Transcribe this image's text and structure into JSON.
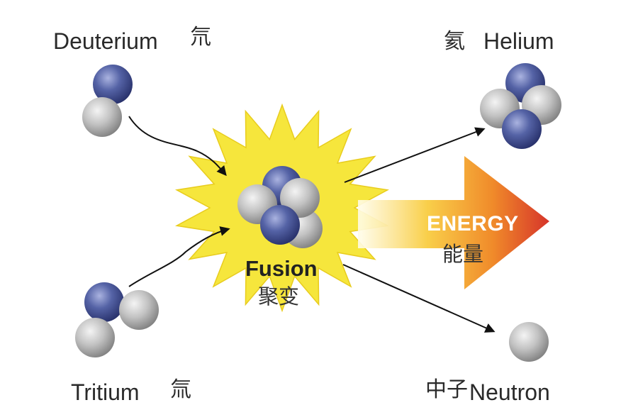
{
  "labels": {
    "deuterium": "Deuterium",
    "deuterium_zh": "氘",
    "helium_zh": "氦",
    "helium": "Helium",
    "fusion": "Fusion",
    "fusion_zh": "聚变",
    "energy": "ENERGY",
    "energy_zh": "能量",
    "tritium": "Tritium",
    "tritium_zh": "氚",
    "neutron_zh": "中子",
    "neutron": "Neutron"
  },
  "colors": {
    "proton": "#3f4e8f",
    "neutron": "#a6a6a6",
    "starburst": "#f6e63c",
    "starburst_stroke": "#e8cc1e",
    "arrow_start": "#fff6c8",
    "arrow_mid": "#f7b52c",
    "arrow_end": "#d9382a",
    "text": "#2a2a2a"
  }
}
